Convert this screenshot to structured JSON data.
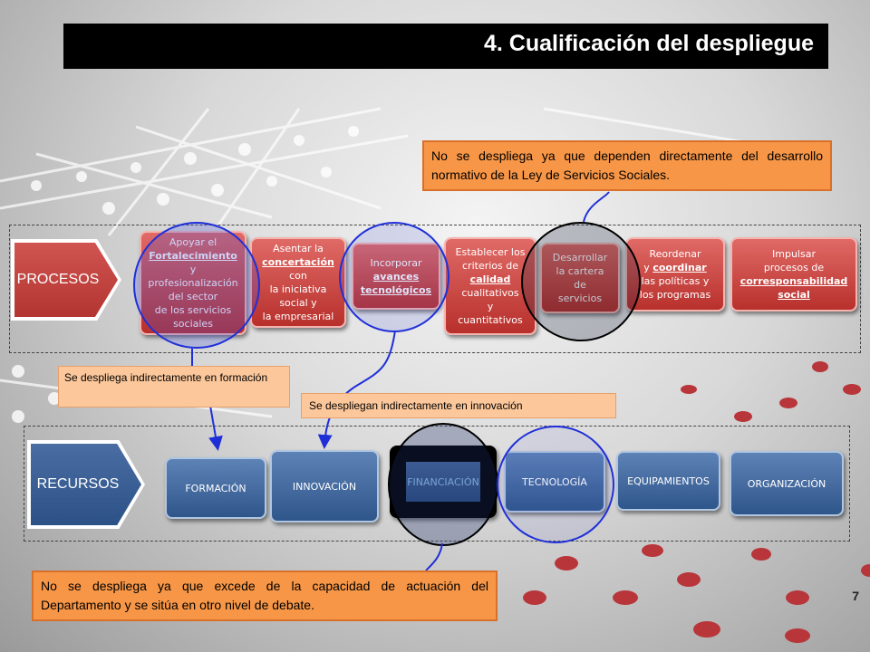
{
  "title": "4. Cualificación del despliegue",
  "procesos_label": "PROCESOS",
  "recursos_label": "RECURSOS",
  "procesos": [
    {
      "l1": "Apoyar el",
      "l2": "Fortalecimiento",
      "l3": "y",
      "l4": "profesionalización",
      "l5": "del sector",
      "l6": "de los servicios",
      "l7": "sociales"
    },
    {
      "l1": "Asentar la",
      "l2": "concertación",
      "l3": "con",
      "l4": "la iniciativa",
      "l5": "social y",
      "l6": "la empresarial"
    },
    {
      "l1": "Incorporar",
      "l2": "avances",
      "l3": "tecnológicos"
    },
    {
      "l1": "Establecer los",
      "l2": "criterios de",
      "l3": "calidad",
      "l4": "cualitativos",
      "l5": "y",
      "l6": "cuantitativos"
    },
    {
      "l1": "Desarrollar",
      "l2": "la cartera",
      "l3": "de",
      "l4": "servicios"
    },
    {
      "l1": "Reordenar",
      "l2": "y",
      "l3": "coordinar",
      "l4": "las políticas  y",
      "l5": "los programas"
    },
    {
      "l1": "Impulsar",
      "l2": "procesos de",
      "l3": "corresponsabilidad",
      "l4": "social"
    }
  ],
  "recursos": [
    "FORMACIÓN",
    "INNOVACIÓN",
    "FINANCIACIÓN",
    "TECNOLOGÍA",
    "EQUIPAMIENTOS",
    "ORGANIZACIÓN"
  ],
  "notes": {
    "top": "No se despliega ya que dependen directamente del desarrollo normativo de la Ley de Servicios Sociales.",
    "formacion": "Se despliega indirectamente en formación",
    "innovacion": "Se despliegan indirectamente en innovación",
    "bottom": "No se despliega ya que excede de la capacidad de actuación del Departamento y se sitúa en otro nivel de debate."
  },
  "page_number": "7",
  "colors": {
    "process_red": "#c0403c",
    "resource_blue": "#3a6298",
    "note_orange": "#f79646",
    "circle_blue": "#1f2fd8"
  }
}
